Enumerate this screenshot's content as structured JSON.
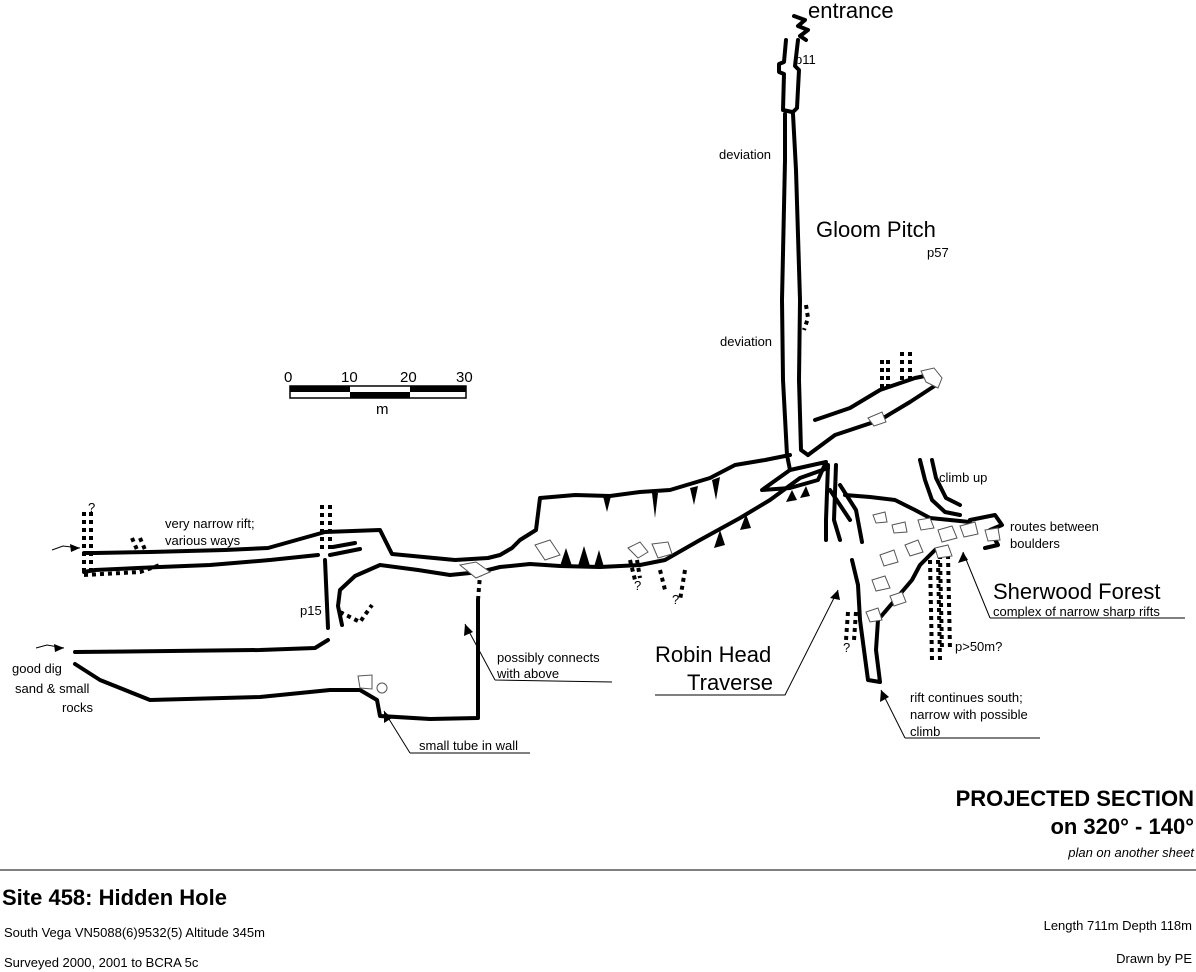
{
  "labels": {
    "entrance": "entrance",
    "p11": "p11",
    "deviation_upper": "deviation",
    "gloom_pitch": "Gloom Pitch",
    "p57": "p57",
    "deviation_lower": "deviation",
    "climb_up": "climb up",
    "routes_1": "routes between",
    "routes_2": "boulders",
    "sherwood": "Sherwood Forest",
    "sherwood_desc": "complex of narrow sharp rifts",
    "p50": "p>50m?",
    "robin_1": "Robin Head",
    "robin_2": "Traverse",
    "rift_1": "rift continues south;",
    "rift_2": "narrow with possible",
    "rift_3": "climb",
    "very_narrow_1": "very narrow rift;",
    "very_narrow_2": "various ways",
    "p15": "p15",
    "good_dig": "good dig",
    "sand_1": "sand & small",
    "sand_2": "rocks",
    "possibly_1": "possibly connects",
    "possibly_2": "with above",
    "small_tube": "small tube in wall",
    "q": "?"
  },
  "scale_bar": {
    "ticks": [
      "0",
      "10",
      "20",
      "30"
    ],
    "unit": "m"
  },
  "section": {
    "title_1": "PROJECTED SECTION",
    "title_2": "on 320° - 140°",
    "note": "plan on another sheet"
  },
  "footer": {
    "site": "Site 458:  Hidden Hole",
    "location": "South Vega  VN5088(6)9532(5)  Altitude 345m",
    "surveyed": "Surveyed 2000, 2001  to BCRA 5c",
    "length_depth": "Length 711m  Depth 118m",
    "drawn_by": "Drawn by PE"
  }
}
